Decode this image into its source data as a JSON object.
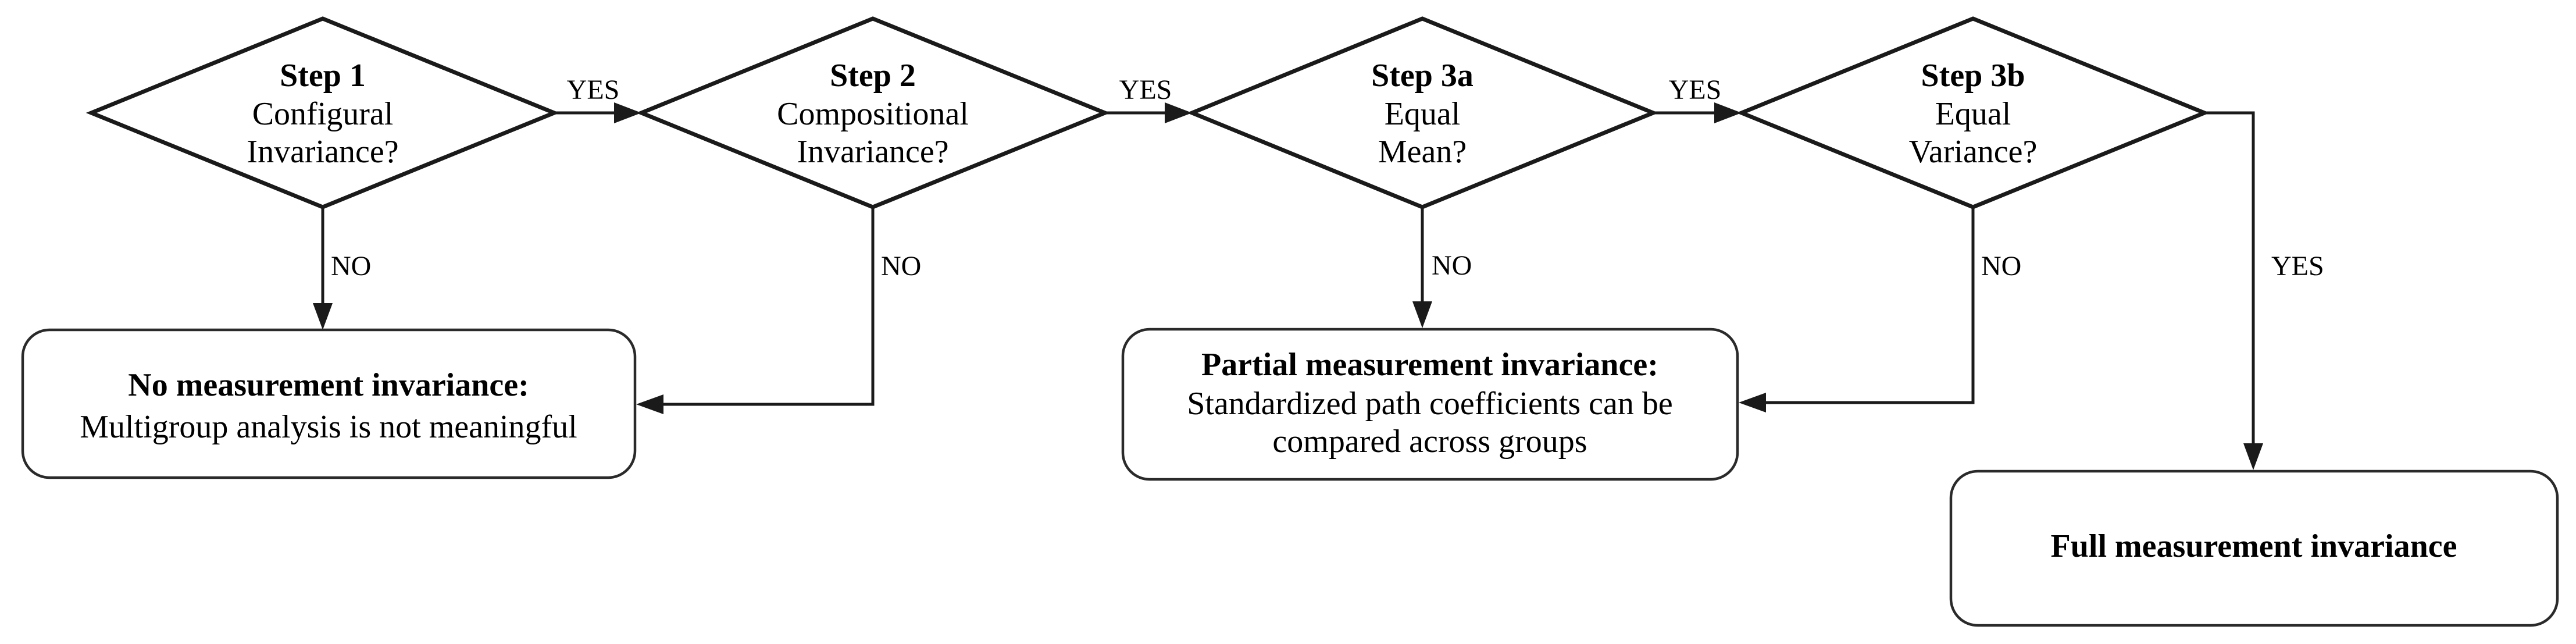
{
  "flowchart": {
    "steps": [
      {
        "id": "step-1",
        "label": "Step 1",
        "question": [
          "Configural",
          "Invariance?"
        ],
        "yes": "YES",
        "no": "NO"
      },
      {
        "id": "step-2",
        "label": "Step 2",
        "question": [
          "Compositional",
          "Invariance?"
        ],
        "yes": "YES",
        "no": "NO"
      },
      {
        "id": "step-3a",
        "label": "Step 3a",
        "question": [
          "Equal",
          "Mean?"
        ],
        "yes": "YES",
        "no": "NO"
      },
      {
        "id": "step-3b",
        "label": "Step 3b",
        "question": [
          "Equal",
          "Variance?"
        ],
        "yes": "YES",
        "no": "NO"
      }
    ],
    "outcomes": [
      {
        "id": "no-measurement-invariance",
        "heading": "No measurement invariance:",
        "body": [
          "Multigroup analysis is not meaningful"
        ]
      },
      {
        "id": "partial-measurement-invariance",
        "heading": "Partial measurement invariance:",
        "body": [
          "Standardized path coefficients can be",
          "compared across groups"
        ]
      },
      {
        "id": "full-measurement-invariance",
        "heading": "Full measurement invariance",
        "body": []
      }
    ],
    "colors": {
      "background": "#ffffff",
      "line": "#1a1a1a",
      "text": "#000000"
    }
  }
}
